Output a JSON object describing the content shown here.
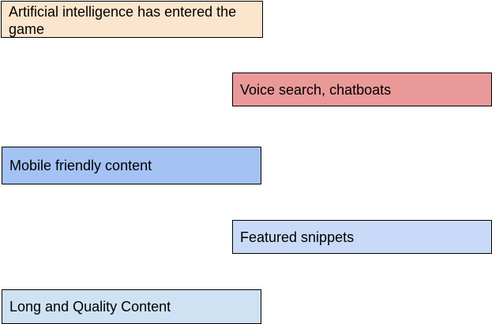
{
  "boxes": [
    {
      "label": "Artificial intelligence has entered the game",
      "color": "#fce5cd"
    },
    {
      "label": "Voice search, chatboats",
      "color": "#ea9999"
    },
    {
      "label": "Mobile friendly content",
      "color": "#a4c2f4"
    },
    {
      "label": "Featured snippets",
      "color": "#c9daf8"
    },
    {
      "label": "Long and Quality Content",
      "color": "#cfe2f3"
    }
  ]
}
